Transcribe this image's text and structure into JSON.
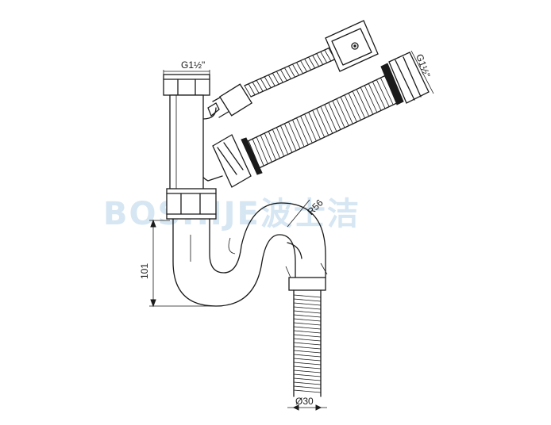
{
  "watermark": "BOSHIJE波士洁",
  "labels": {
    "thread_top": "G1½\"",
    "thread_side": "G1½\"",
    "radius": "R56",
    "height": "101",
    "diameter": "Ø30"
  },
  "colors": {
    "line": "#1a1a1a",
    "watermark": "#d6e6f2",
    "background": "#ffffff"
  }
}
